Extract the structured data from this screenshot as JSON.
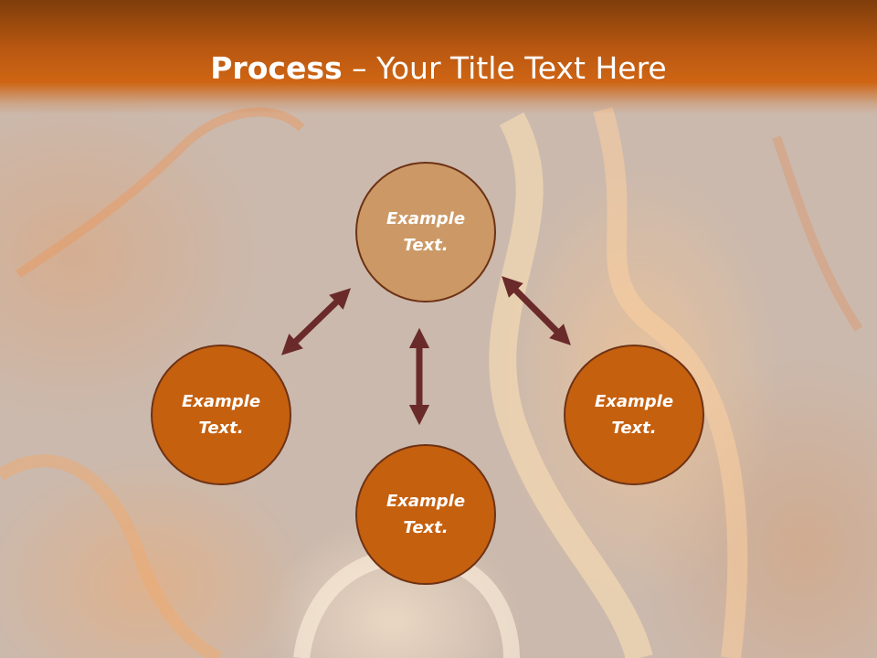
{
  "slide": {
    "title_bold": "Process",
    "title_rest": " – Your Title Text Here"
  },
  "nodes": {
    "top": "Example Text.",
    "left": "Example Text.",
    "right": "Example Text.",
    "bottom": "Example Text."
  },
  "colors": {
    "header": "#c5600f",
    "top_node": "#cc9966",
    "node": "#c5600f",
    "node_border": "#6e3215",
    "arrow": "#6b2a2a"
  }
}
